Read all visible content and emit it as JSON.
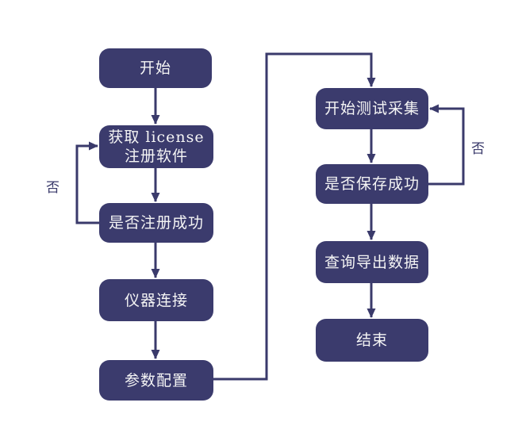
{
  "diagram": {
    "background": "#ffffff",
    "colors": {
      "box_fill": "#3b3b6d",
      "line": "#3a3a6b",
      "box_text": "#f5f5f5"
    },
    "nodes": {
      "start": {
        "label": "开始"
      },
      "get_license": {
        "line1": "获取 license",
        "line2": "注册软件"
      },
      "register_success": {
        "label": "是否注册成功"
      },
      "instrument_connect": {
        "label": "仪器连接"
      },
      "param_config": {
        "label": "参数配置"
      },
      "start_test": {
        "label": "开始测试采集"
      },
      "save_success": {
        "label": "是否保存成功"
      },
      "query_export": {
        "label": "查询导出数据"
      },
      "end": {
        "label": "结束"
      }
    },
    "edge_labels": {
      "register_no": "否",
      "save_no": "否"
    }
  }
}
